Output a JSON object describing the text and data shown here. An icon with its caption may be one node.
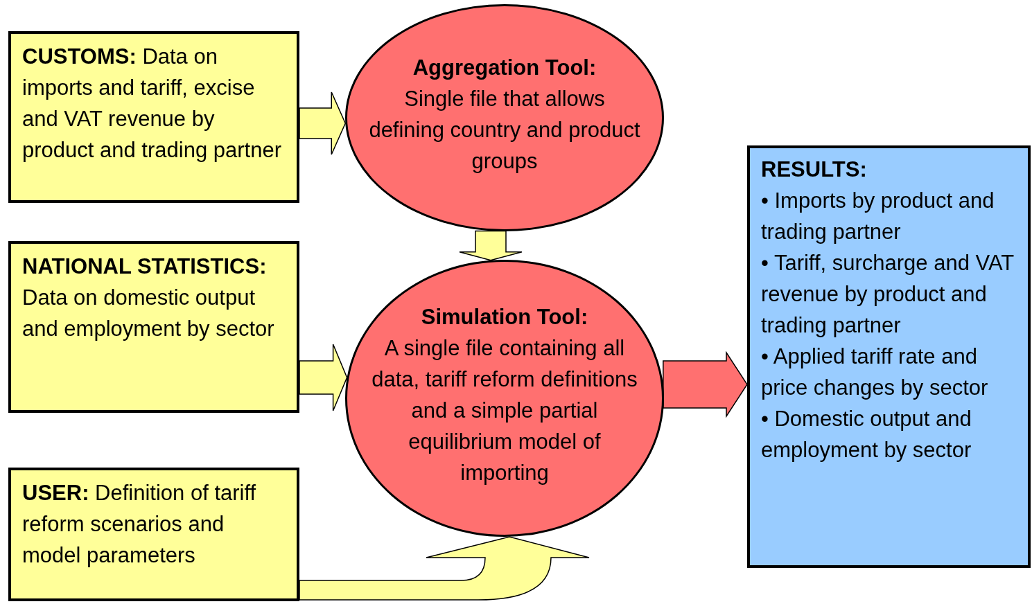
{
  "diagram": {
    "nodes": [
      {
        "text": [
          "**CUSTOMS:** Data on imports and tariff, excise and VAT revenue by product and trading partner"
        ]
      },
      {
        "text": [
          "**NATIONAL STATISTICS:** Data on domestic output and employment by sector"
        ]
      },
      {
        "text": [
          "**USER:** Definition of tariff reform scenarios and model parameters"
        ]
      },
      {
        "text": [
          "Aggregation Tool:",
          "Single file that allows defining country and product groups"
        ]
      },
      {
        "text": [
          "Simulation Tool:",
          "A single file containing all data, tariff reform definitions and a simple partial equilibrium model of importing"
        ]
      },
      {
        "text": [
          "RESULTS:",
          "• Imports by product and trading partner",
          "• Tariff, surcharge and VAT revenue by product and trading partner",
          "• Applied tariff rate and price changes by sector",
          "• Domestic output and employment by sector"
        ]
      }
    ],
    "edges": [
      {
        "from": 0,
        "to": 3,
        "arrow": "to"
      },
      {
        "from": 3,
        "to": 4,
        "arrow": "to"
      },
      {
        "from": 1,
        "to": 4,
        "arrow": "to"
      },
      {
        "from": 2,
        "to": 4,
        "arrow": "to"
      },
      {
        "from": 4,
        "to": 5,
        "arrow": "to",
        "color": "#ff7070"
      }
    ]
  }
}
